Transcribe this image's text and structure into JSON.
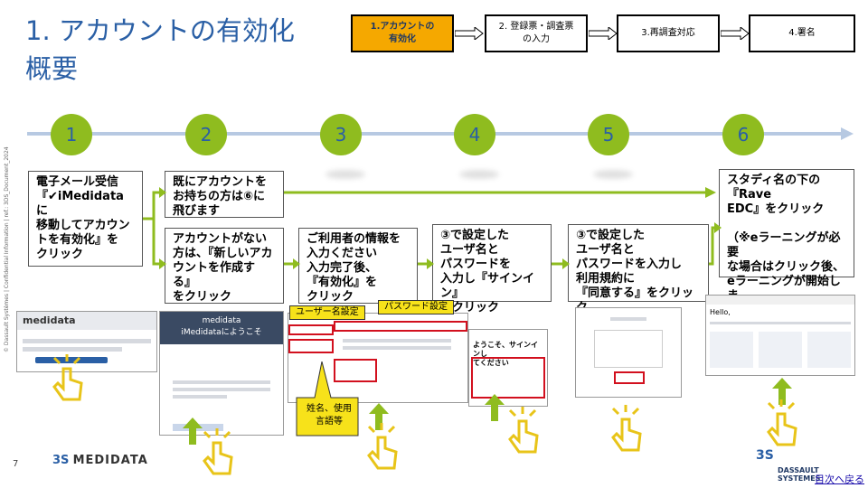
{
  "header": {
    "title": "1. アカウントの有効化",
    "subtitle": "概要"
  },
  "progress_steps": [
    {
      "label": "1.アカウントの\n有効化",
      "active": true
    },
    {
      "label": "2. 登録票・調査票\nの入力",
      "active": false
    },
    {
      "label": "3.再調査対応",
      "active": false
    },
    {
      "label": "4.署名",
      "active": false
    }
  ],
  "timeline": {
    "numbers": [
      "1",
      "2",
      "3",
      "4",
      "5",
      "6"
    ]
  },
  "instructions": {
    "step1": "電子メール受信\n『✔iMedidataに\n移動してアカウン\nトを有効化』を\nクリック",
    "step2a": "既にアカウントを\nお持ちの方は⑥に\n飛びます",
    "step2b": "アカウントがない\n方は、『新しいアカ\nウントを作成する』\nをクリック",
    "step3": "ご利用者の情報を\n入力ください\n入力完了後、\n『有効化』を\nクリック",
    "step4": "③で設定した\nユーザ名と\nパスワードを\n入力し『サインイン』\nをクリック",
    "step5": "③で設定した\nユーザ名と\nパスワードを入力し\n利用規約に\n『同意する』をクリック",
    "step6": "スタディ名の下の『Rave\nEDC』をクリック\n\n（※eラーニングが必要\nな場合はクリック後、\neラーニングが開始しま\nす）"
  },
  "callouts": {
    "username": "ユーザー名設定",
    "password": "パスワード設定",
    "name_lang": "姓名、使用\n言語等"
  },
  "screenshots": {
    "email_brand": "medidata",
    "welcome_brand": "medidata",
    "welcome_heading": "iMedidataにようこそ",
    "signin_heading": "ようこそ、サインインし\nてください",
    "home_greeting": "Hello,"
  },
  "footer": {
    "page_number": "7",
    "medidata_logo": "MEDIDATA",
    "dassault_logo": "DASSAULT\nSYSTEMES",
    "back_link": "目次へ戻る",
    "side_note": "© Dassault Systèmes | Confidential Information | ref.: 3DS_Document_2024"
  },
  "colors": {
    "title_blue": "#2a5fa5",
    "active_step": "#f5a800",
    "circle_green": "#8fbc1f",
    "arrow_green": "#8fbc1f",
    "timeline_blue": "#b7c9e2",
    "callout_yellow": "#f7e21a",
    "highlight_red": "#d2101e"
  },
  "icons": [
    "hand-pointer-icon",
    "up-arrow-icon",
    "right-arrow-icon"
  ]
}
